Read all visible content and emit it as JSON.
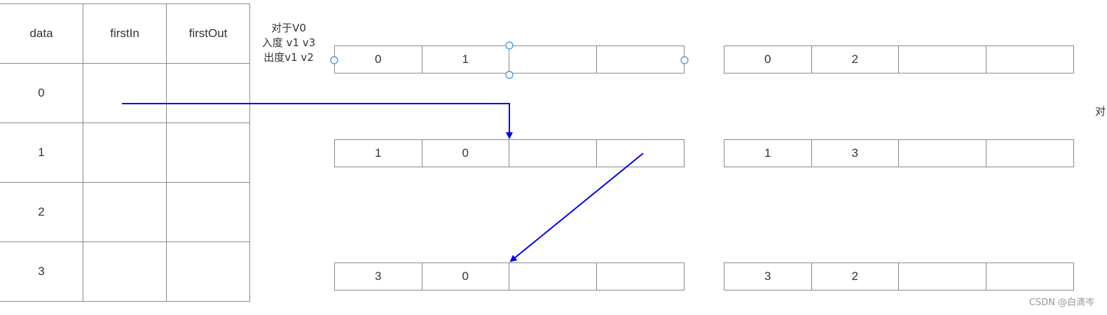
{
  "vertex_table": {
    "headers": [
      "data",
      "firstIn",
      "firstOut"
    ],
    "rows": [
      [
        "0",
        "",
        ""
      ],
      [
        "1",
        "",
        ""
      ],
      [
        "2",
        "",
        ""
      ],
      [
        "3",
        "",
        ""
      ]
    ]
  },
  "note": {
    "line1": "对于V0",
    "line2": "入度 v1 v3",
    "line3": "出度v1 v2"
  },
  "arc_nodes": [
    {
      "id": "arc-0-1",
      "cells": [
        "0",
        "1",
        "",
        ""
      ],
      "selected": true
    },
    {
      "id": "arc-0-2",
      "cells": [
        "0",
        "2",
        "",
        ""
      ]
    },
    {
      "id": "arc-1-0",
      "cells": [
        "1",
        "0",
        "",
        ""
      ]
    },
    {
      "id": "arc-1-3",
      "cells": [
        "1",
        "3",
        "",
        ""
      ]
    },
    {
      "id": "arc-3-0",
      "cells": [
        "3",
        "0",
        "",
        ""
      ]
    },
    {
      "id": "arc-3-2",
      "cells": [
        "3",
        "2",
        "",
        ""
      ]
    }
  ],
  "edge_glyph": "对",
  "watermark": "CSDN @白滴岑",
  "colors": {
    "arrow": "#0000ee",
    "border": "#8a8a8a",
    "selection_handle": "#3b8fd8"
  }
}
